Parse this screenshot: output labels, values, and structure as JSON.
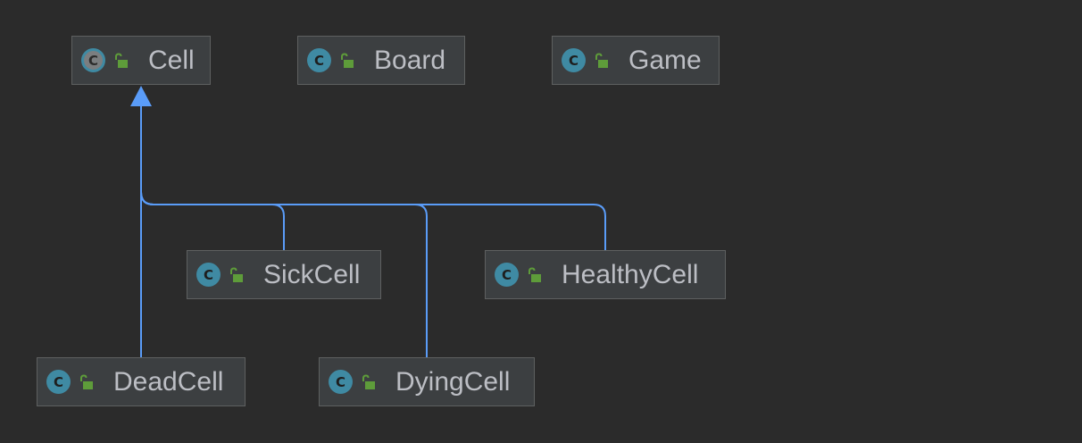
{
  "diagram": {
    "nodes": [
      {
        "id": "cell",
        "label": "Cell",
        "icon": "abstract-class-icon",
        "visibility_icon": "public-lock-icon"
      },
      {
        "id": "board",
        "label": "Board",
        "icon": "class-icon",
        "visibility_icon": "public-lock-icon"
      },
      {
        "id": "game",
        "label": "Game",
        "icon": "class-icon",
        "visibility_icon": "public-lock-icon"
      },
      {
        "id": "sickcell",
        "label": "SickCell",
        "icon": "class-icon",
        "visibility_icon": "public-lock-icon"
      },
      {
        "id": "healthycell",
        "label": "HealthyCell",
        "icon": "class-icon",
        "visibility_icon": "public-lock-icon"
      },
      {
        "id": "deadcell",
        "label": "DeadCell",
        "icon": "class-icon",
        "visibility_icon": "public-lock-icon"
      },
      {
        "id": "dyingcell",
        "label": "DyingCell",
        "icon": "class-icon",
        "visibility_icon": "public-lock-icon"
      }
    ],
    "class_icon_letter": "C",
    "edges": [
      {
        "from": "sickcell",
        "to": "cell",
        "type": "inheritance"
      },
      {
        "from": "healthycell",
        "to": "cell",
        "type": "inheritance"
      },
      {
        "from": "deadcell",
        "to": "cell",
        "type": "inheritance"
      },
      {
        "from": "dyingcell",
        "to": "cell",
        "type": "inheritance"
      }
    ],
    "colors": {
      "background": "#2b2b2b",
      "node_fill": "#3c3f41",
      "node_border": "#5e6060",
      "edge": "#5a9cf8",
      "class_icon": "#3f8aa3",
      "lock_icon": "#5e9c3a",
      "label_text": "#bcbec4"
    }
  }
}
